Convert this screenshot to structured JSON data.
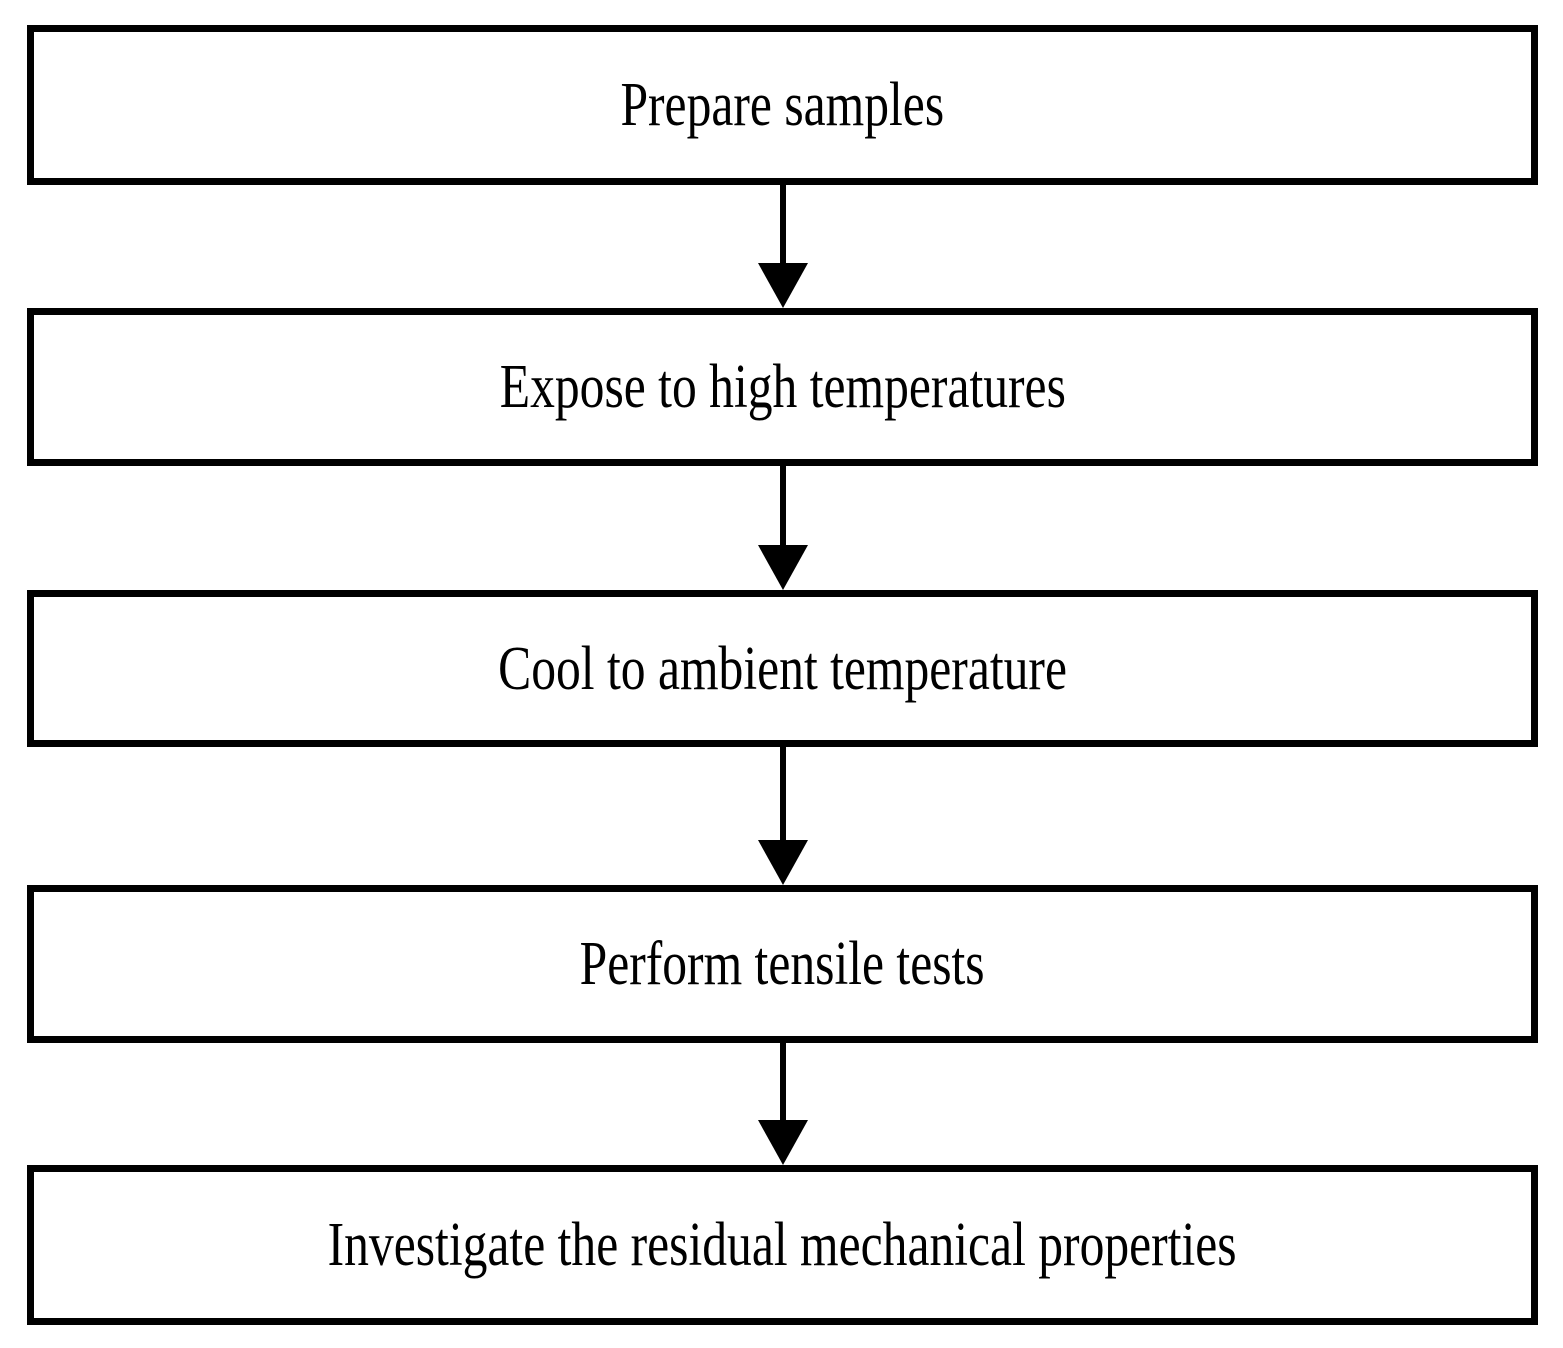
{
  "diagram": {
    "type": "flowchart",
    "orientation": "vertical",
    "background_color": "#ffffff",
    "line_color": "#000000",
    "text_color": "#000000",
    "nodes": [
      {
        "id": "node-1",
        "label": "Prepare samples",
        "shape": "rectangle"
      },
      {
        "id": "node-2",
        "label": "Expose to high temperatures",
        "shape": "rectangle"
      },
      {
        "id": "node-3",
        "label": "Cool to ambient temperature",
        "shape": "rectangle"
      },
      {
        "id": "node-4",
        "label": "Perform tensile tests",
        "shape": "rectangle"
      },
      {
        "id": "node-5",
        "label": "Investigate the residual mechanical properties",
        "shape": "rectangle"
      }
    ],
    "connectors": [
      {
        "id": "arrow-1",
        "from": "node-1",
        "to": "node-2",
        "style": "solid-arrow-down"
      },
      {
        "id": "arrow-2",
        "from": "node-2",
        "to": "node-3",
        "style": "solid-arrow-down"
      },
      {
        "id": "arrow-3",
        "from": "node-3",
        "to": "node-4",
        "style": "solid-arrow-down"
      },
      {
        "id": "arrow-4",
        "from": "node-4",
        "to": "node-5",
        "style": "solid-arrow-down"
      }
    ]
  }
}
